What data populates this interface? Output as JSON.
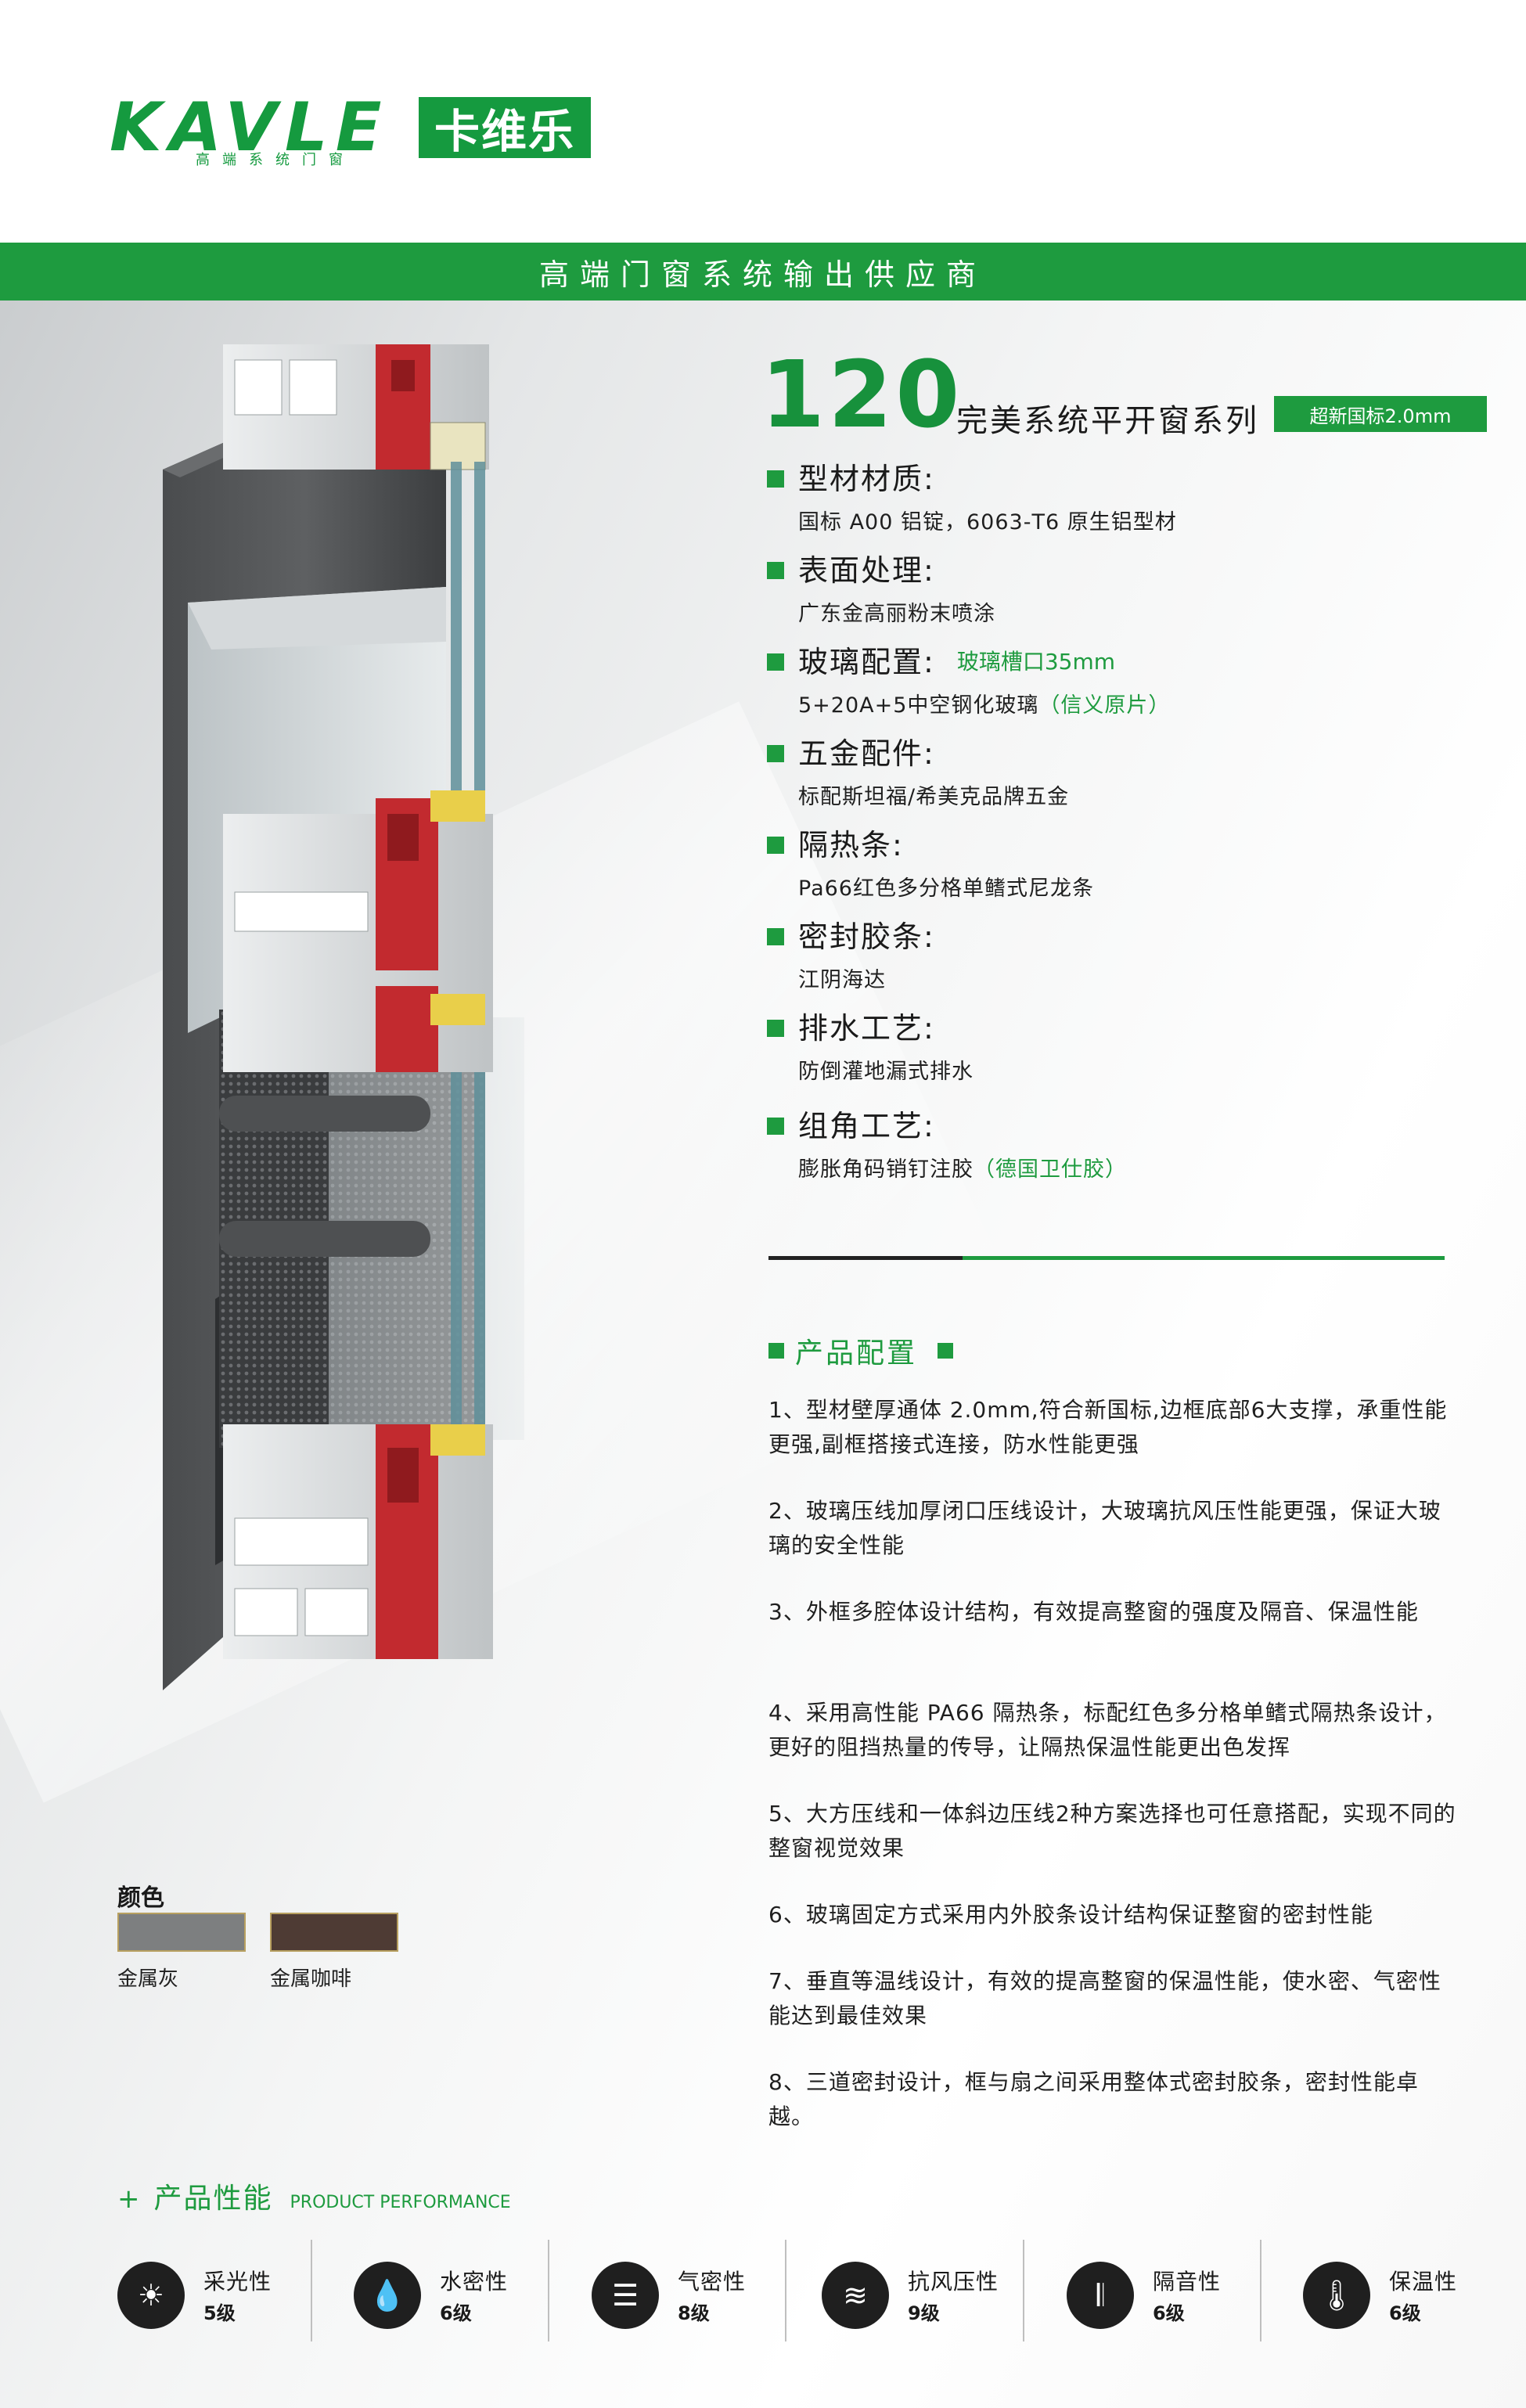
{
  "header": {
    "logo_en": "KAVLE",
    "logo_sub": "高端系统门窗",
    "logo_cn": "卡维乐",
    "banner": "高端门窗系统输出供应商"
  },
  "title": {
    "number": "120",
    "text": "完美系统平开窗系列",
    "badge": "超新国标2.0mm"
  },
  "specs": [
    {
      "label": "型材材质:",
      "note": "",
      "body": "国标 A00 铝锭，6063-T6 原生铝型材",
      "body_green": ""
    },
    {
      "label": "表面处理:",
      "note": "",
      "body": "广东金高丽粉末喷涂",
      "body_green": ""
    },
    {
      "label": "玻璃配置:",
      "note": "玻璃槽口35mm",
      "body": "5+20A+5中空钢化玻璃",
      "body_green": "（信义原片）"
    },
    {
      "label": "五金配件:",
      "note": "",
      "body": "标配斯坦福/希美克品牌五金",
      "body_green": ""
    },
    {
      "label": "隔热条:",
      "note": "",
      "body": "Pa66红色多分格单鳍式尼龙条",
      "body_green": ""
    },
    {
      "label": "密封胶条:",
      "note": "",
      "body": "江阴海达",
      "body_green": ""
    },
    {
      "label": "排水工艺:",
      "note": "",
      "body": "防倒灌地漏式排水",
      "body_green": ""
    },
    {
      "label": "组角工艺:",
      "note": "",
      "body": "膨胀角码销钉注胶",
      "body_green": "（德国卫仕胶）"
    }
  ],
  "config": {
    "heading": "产品配置",
    "items": [
      "1、型材壁厚通体 2.0mm,符合新国标,边框底部6大支撑，承重性能更强,副框搭接式连接，防水性能更强",
      "2、玻璃压线加厚闭口压线设计，大玻璃抗风压性能更强，保证大玻璃的安全性能",
      "3、外框多腔体设计结构，有效提高整窗的强度及隔音、保温性能",
      "4、采用高性能 PA66 隔热条，标配红色多分格单鳍式隔热条设计，更好的阻挡热量的传导，让隔热保温性能更出色发挥",
      "5、大方压线和一体斜边压线2种方案选择也可任意搭配，实现不同的整窗视觉效果",
      "6、玻璃固定方式采用内外胶条设计结构保证整窗的密封性能",
      "7、垂直等温线设计，有效的提高整窗的保温性能，使水密、气密性能达到最佳效果",
      "8、三道密封设计，框与扇之间采用整体式密封胶条，密封性能卓越。"
    ]
  },
  "colors": {
    "heading": "颜色",
    "swatches": [
      {
        "name": "金属灰",
        "hex": "#7d7f80"
      },
      {
        "name": "金属咖啡",
        "hex": "#4e3b34"
      }
    ]
  },
  "performance": {
    "heading_cn": "产品性能",
    "heading_en": "PRODUCT PERFORMANCE",
    "items": [
      {
        "name": "采光性",
        "grade": "5级",
        "icon": "sun-icon"
      },
      {
        "name": "水密性",
        "grade": "6级",
        "icon": "water-drop-icon"
      },
      {
        "name": "气密性",
        "grade": "8级",
        "icon": "air-tight-icon"
      },
      {
        "name": "抗风压性",
        "grade": "9级",
        "icon": "wind-icon"
      },
      {
        "name": "隔音性",
        "grade": "6级",
        "icon": "sound-wave-icon"
      },
      {
        "name": "保温性",
        "grade": "6级",
        "icon": "thermometer-icon"
      }
    ]
  },
  "brand_colors": {
    "green": "#1e9b3f",
    "dark": "#1f1f1f"
  }
}
